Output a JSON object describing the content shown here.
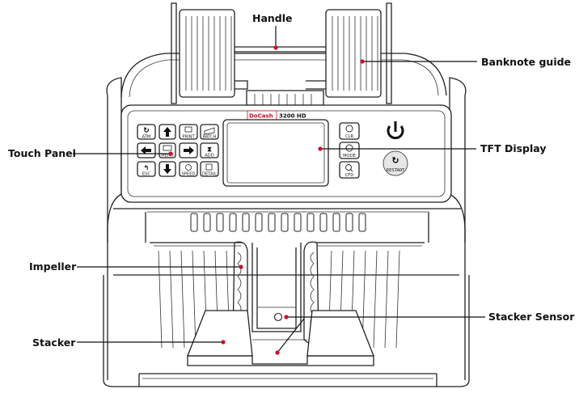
{
  "labels": {
    "handle": "Handle",
    "banknote_guide": "Banknote guide",
    "touch_panel": "Touch Panel",
    "tft_display": "TFT  Display",
    "impeller": "Impeller",
    "stacker_sensor": "Stacker Sensor",
    "stacker": "Stacker"
  },
  "brand": {
    "name": "DoCash",
    "model": "3200 HD"
  },
  "panel_buttons": {
    "atm": "ATM",
    "print": "PRINT",
    "batch": "BATCH",
    "menu": "MENU",
    "add": "ADD",
    "esc": "ESC",
    "speed": "SPEED",
    "detail": "DETAIL",
    "clr": "CLR",
    "mode": "MODE",
    "cfd": "CFD",
    "restart": "RESTART"
  },
  "colors": {
    "accent": "#c8102e",
    "line": "#222222",
    "background": "#ffffff"
  }
}
